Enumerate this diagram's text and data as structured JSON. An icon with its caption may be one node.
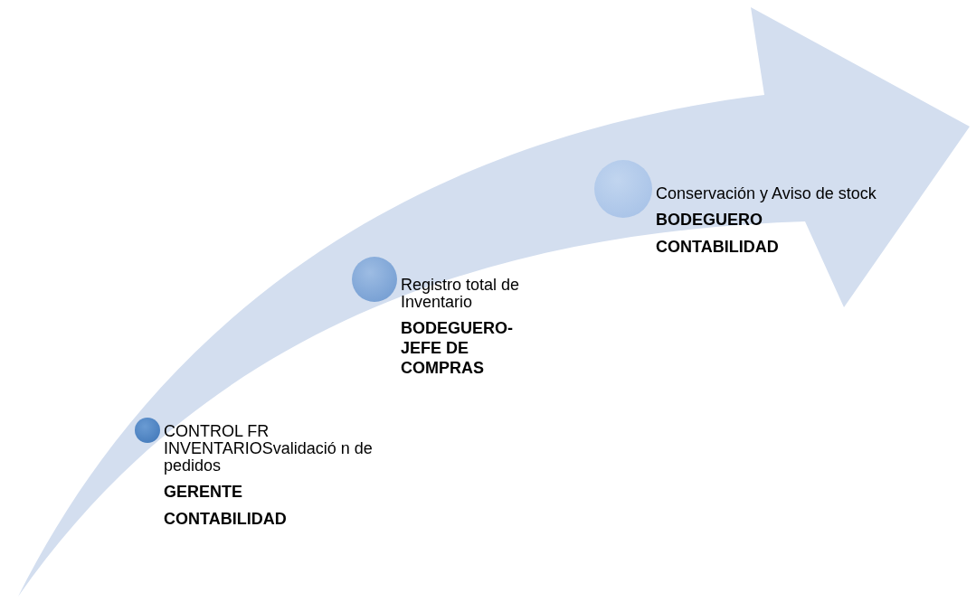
{
  "diagram": {
    "nodes": [
      {
        "text": [
          "CONTROL FR INVENTARIOSvalidació n de pedidos",
          "GERENTE",
          "CONTABILIDAD"
        ]
      },
      {
        "text": [
          "Registro total de Inventario",
          "BODEGUERO- JEFE DE COMPRAS"
        ]
      },
      {
        "text": [
          "Conservación y Aviso de stock",
          "BODEGUERO",
          "CONTABILIDAD"
        ]
      }
    ]
  }
}
